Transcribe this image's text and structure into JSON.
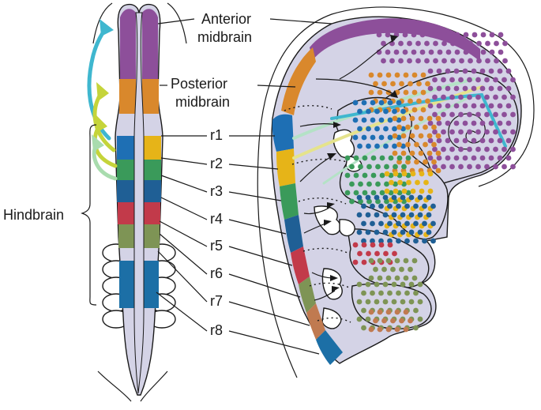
{
  "labels": {
    "anterior_midbrain": [
      "Anterior",
      "midbrain"
    ],
    "posterior_midbrain": [
      "Posterior",
      "midbrain"
    ],
    "hindbrain": "Hindbrain",
    "rhombomeres": [
      "r1",
      "r2",
      "r3",
      "r4",
      "r5",
      "r6",
      "r7",
      "r8"
    ]
  },
  "colors": {
    "anterior_midbrain": "#8d4f9a",
    "posterior_midbrain": "#d9882c",
    "r1": "#1e6fb4",
    "r2": "#e6b418",
    "r3": "#3a9a5a",
    "r4": "#1f5f95",
    "r5": "#c23a4a",
    "r6": "#7e9455",
    "r7": "#c07a50",
    "r8": "#1c6fa6",
    "tissue": "#d4d3e6",
    "arrow_cyan": "#3fb7cf",
    "arrow_yellowgreen": "#c5d43a",
    "arrow_lightgreen": "#a9dcae",
    "stream_yellow": "#e5e38c",
    "stream_mint": "#b4e2c6"
  }
}
